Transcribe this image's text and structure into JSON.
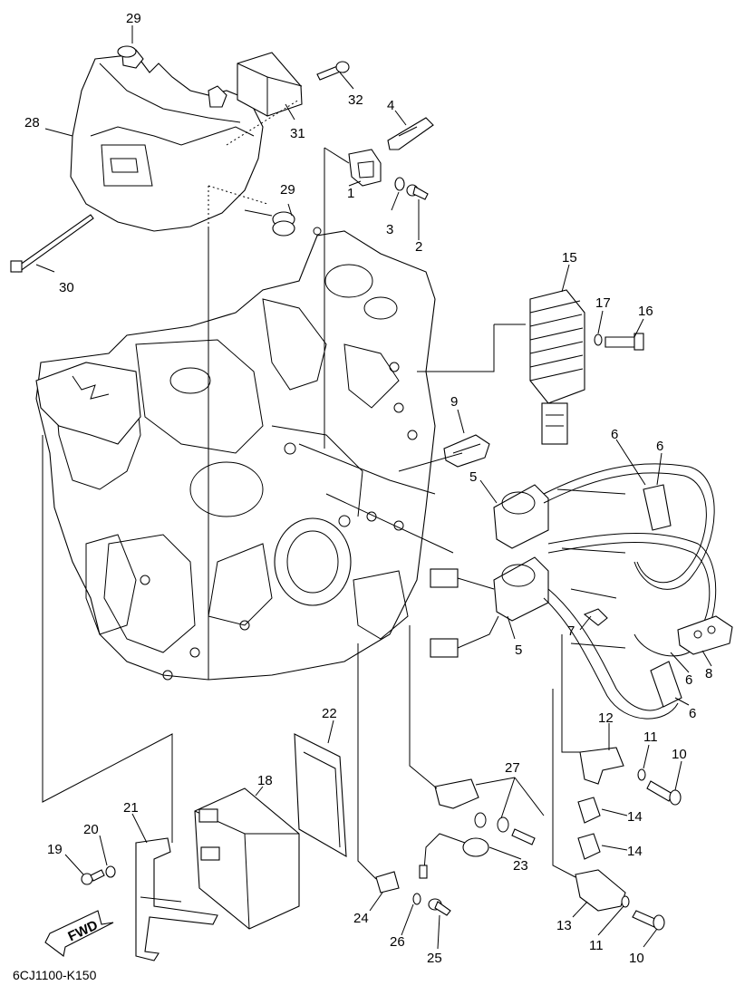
{
  "diagram": {
    "drawing_code": "6CJ1100-K150",
    "fwd_label": "FWD",
    "callouts": [
      {
        "id": "c1",
        "text": "1"
      },
      {
        "id": "c2",
        "text": "2"
      },
      {
        "id": "c3",
        "text": "3"
      },
      {
        "id": "c4",
        "text": "4"
      },
      {
        "id": "c5a",
        "text": "5"
      },
      {
        "id": "c5b",
        "text": "5"
      },
      {
        "id": "c6a",
        "text": "6"
      },
      {
        "id": "c6b",
        "text": "6"
      },
      {
        "id": "c6c",
        "text": "6"
      },
      {
        "id": "c6d",
        "text": "6"
      },
      {
        "id": "c7",
        "text": "7"
      },
      {
        "id": "c8",
        "text": "8"
      },
      {
        "id": "c9",
        "text": "9"
      },
      {
        "id": "c10a",
        "text": "10"
      },
      {
        "id": "c10b",
        "text": "10"
      },
      {
        "id": "c11a",
        "text": "11"
      },
      {
        "id": "c11b",
        "text": "11"
      },
      {
        "id": "c12",
        "text": "12"
      },
      {
        "id": "c13",
        "text": "13"
      },
      {
        "id": "c14a",
        "text": "14"
      },
      {
        "id": "c14b",
        "text": "14"
      },
      {
        "id": "c15",
        "text": "15"
      },
      {
        "id": "c16",
        "text": "16"
      },
      {
        "id": "c17",
        "text": "17"
      },
      {
        "id": "c18",
        "text": "18"
      },
      {
        "id": "c19",
        "text": "19"
      },
      {
        "id": "c20",
        "text": "20"
      },
      {
        "id": "c21",
        "text": "21"
      },
      {
        "id": "c22",
        "text": "22"
      },
      {
        "id": "c23",
        "text": "23"
      },
      {
        "id": "c24",
        "text": "24"
      },
      {
        "id": "c25",
        "text": "25"
      },
      {
        "id": "c26",
        "text": "26"
      },
      {
        "id": "c27",
        "text": "27"
      },
      {
        "id": "c28",
        "text": "28"
      },
      {
        "id": "c29a",
        "text": "29"
      },
      {
        "id": "c29b",
        "text": "29"
      },
      {
        "id": "c30",
        "text": "30"
      },
      {
        "id": "c31",
        "text": "31"
      },
      {
        "id": "c32",
        "text": "32"
      }
    ]
  }
}
